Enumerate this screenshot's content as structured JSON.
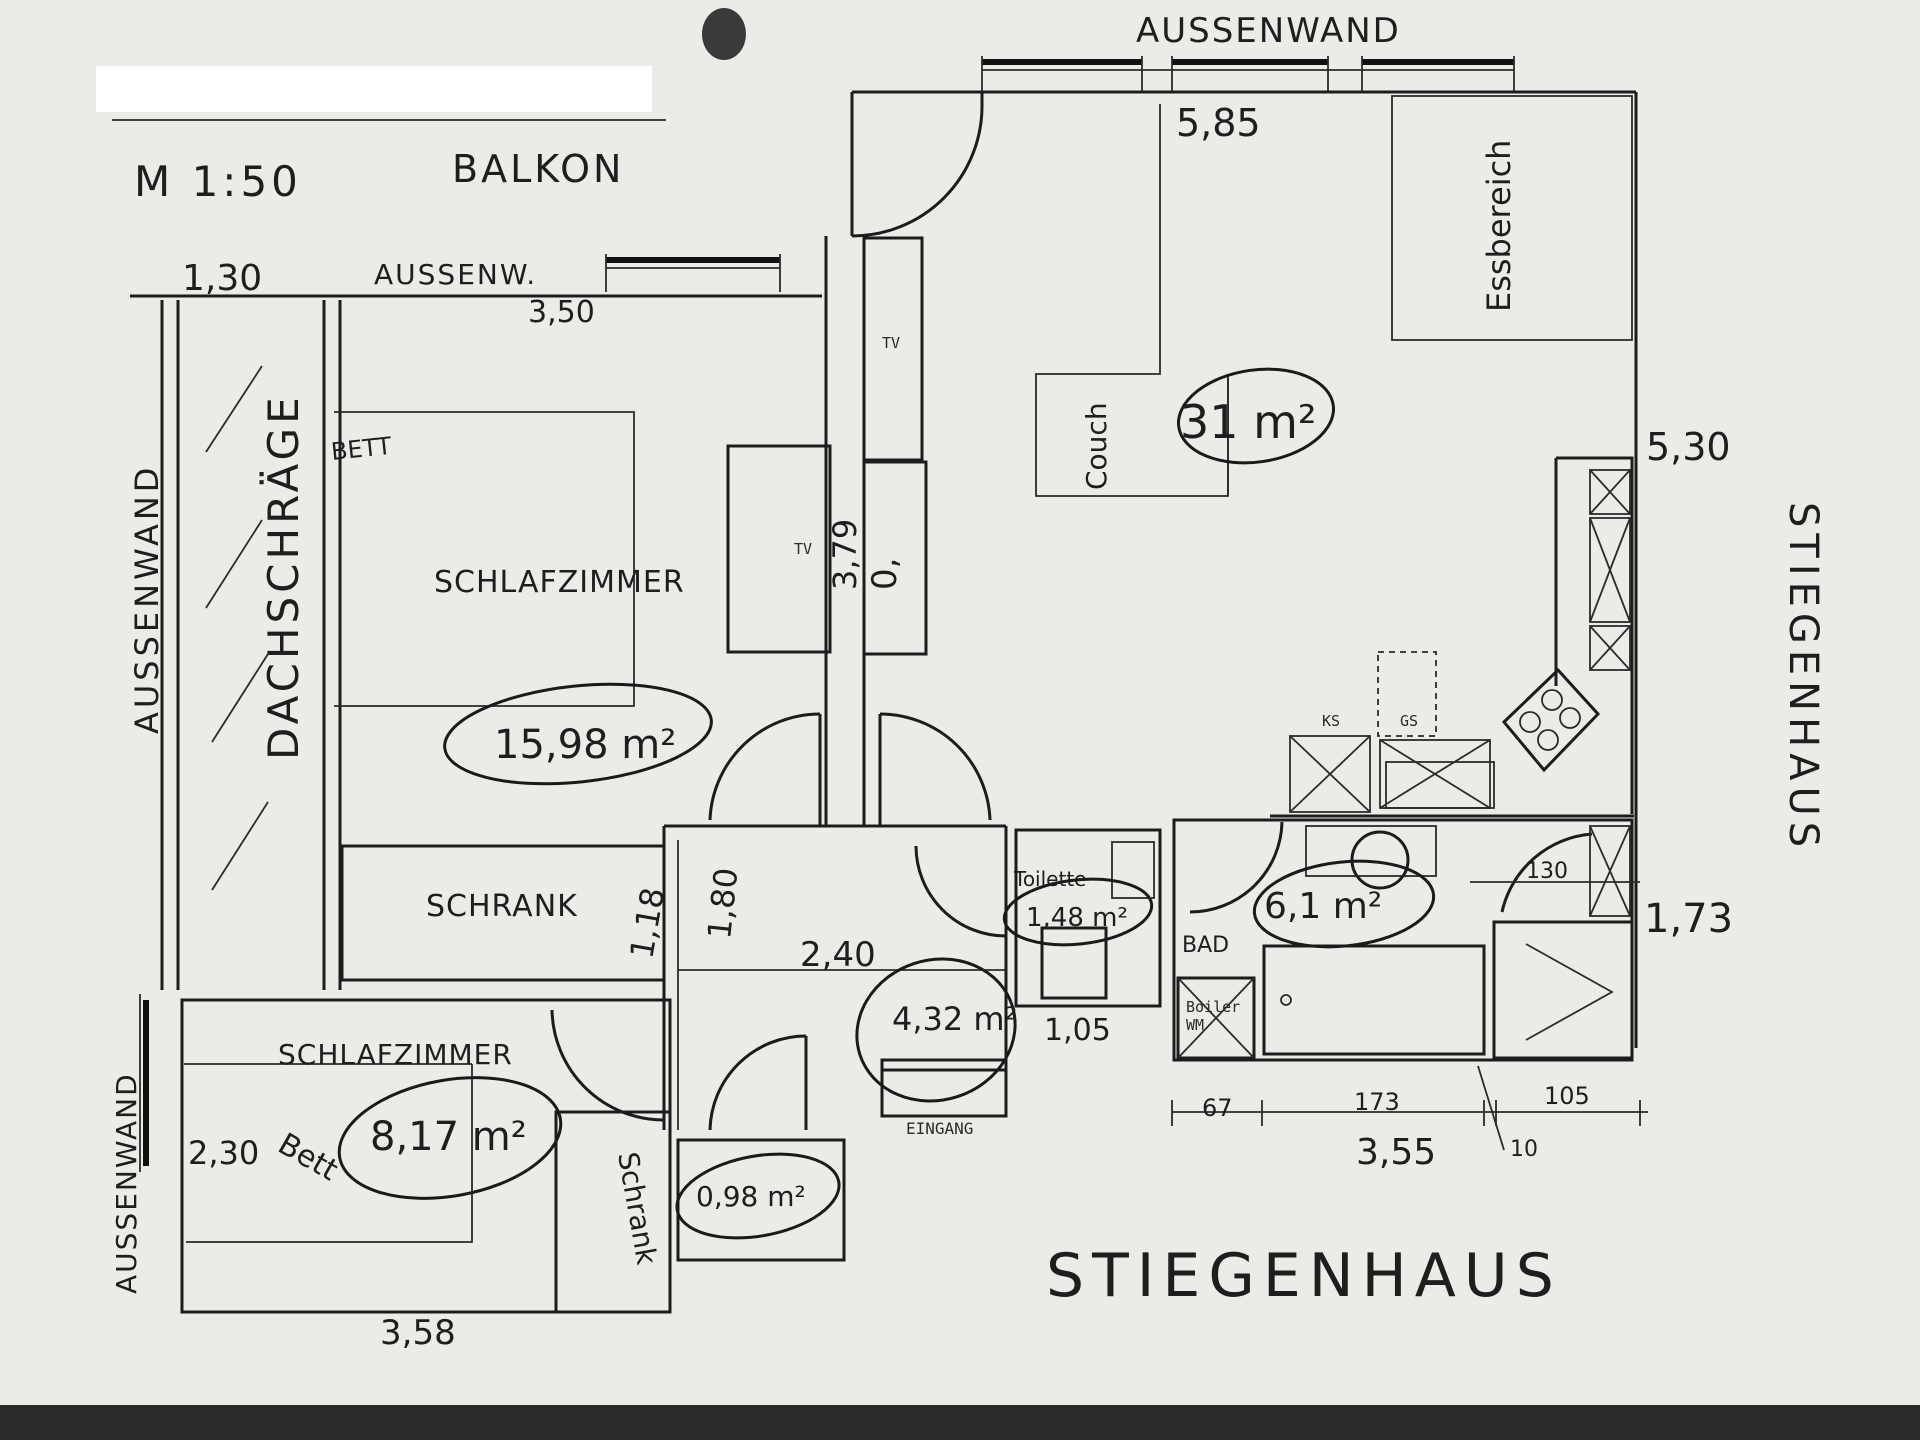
{
  "scale": "M 1:50",
  "walls": {
    "outer_top": "AUSSENWAND",
    "outer_left": "AUSSENWAND",
    "outer_left_lower": "AUSSENWAND",
    "outer_short": "AUSSENW.",
    "stairwell_right": "STIEGENHAUS",
    "stairwell_bottom": "STIEGENHAUS"
  },
  "rooms": {
    "balcony": "BALKON",
    "bedroom": "SCHLAFZIMMER",
    "bedroom2": "SCHLAFZIMMER",
    "sloped_roof": "DACHSCHRÄGE",
    "wardrobe": "SCHRANK",
    "wardrobe2": "Schrank",
    "bed": "BETT",
    "bed2": "Bett",
    "toilet": "Toilette",
    "bath": "BAD",
    "entrance": "EINGANG",
    "dining": "Essbereich",
    "couch": "Couch",
    "boiler": "Boiler",
    "washer": "WM",
    "fridge": "KS",
    "dishwasher": "GS",
    "tv": "TV",
    "tv2": "TV"
  },
  "areas": {
    "living": "31 m²",
    "bedroom": "15,98 m²",
    "bedroom2": "8,17 m²",
    "toilet": "1,48 m²",
    "bath": "6,1 m²",
    "hall": "4,32 m²",
    "closet": "0,98 m²"
  },
  "dimensions": {
    "top_width": "5,85",
    "right_height": "5,30",
    "left_strip": "1,30",
    "bedroom_width": "3,50",
    "corridor_height": "3,79",
    "corridor_width": "0,",
    "wardrobe_height": "1,18",
    "hall_height": "1,80",
    "hall_width": "2,40",
    "toilet_width": "1,05",
    "bedroom2_depth": "2,30",
    "bedroom2_width": "3,58",
    "bath_total": "3,55",
    "bath_seg1": "67",
    "bath_seg2": "173",
    "bath_seg3": "105",
    "bath_gap": "10",
    "bath_inner": "130",
    "bath_height": "1,73"
  }
}
